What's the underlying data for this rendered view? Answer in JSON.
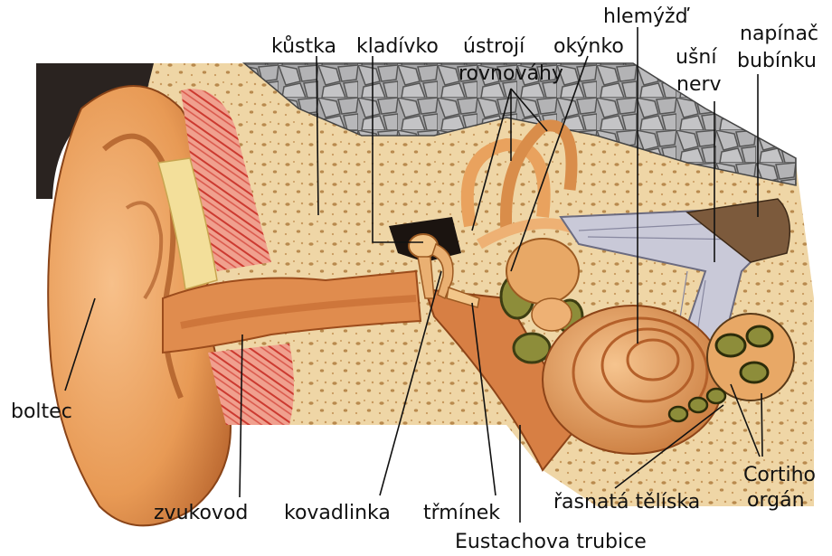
{
  "labels": {
    "kustka": "kůstka",
    "kladivko": "kladívko",
    "ustroji_1": "ústrojí",
    "ustroji_2": "rovnováhy",
    "okynko": "okýnko",
    "hlemyzd": "hlemýžď",
    "usni_1": "ušní",
    "usni_2": "nerv",
    "napinac_1": "napínač",
    "napinac_2": "bubínku",
    "boltec": "boltec",
    "zvukovod": "zvukovod",
    "kovadlinka": "kovadlinka",
    "trminek": "třmínek",
    "eustachova": "Eustachova trubice",
    "rasnata": "řasnatá tělíska",
    "cortiho_1": "Cortiho",
    "cortiho_2": "orgán"
  },
  "colors": {
    "skin": "#e89a55",
    "skin_dark": "#c46a2c",
    "bone": "#efd6a6",
    "bone_spots": "#b98a4e",
    "rock": "#a9a9ab",
    "tissue_red": "#d9443a",
    "nerve": "#c9c9d8",
    "cochlea": "#e8a866",
    "olive": "#8d8d3a"
  }
}
